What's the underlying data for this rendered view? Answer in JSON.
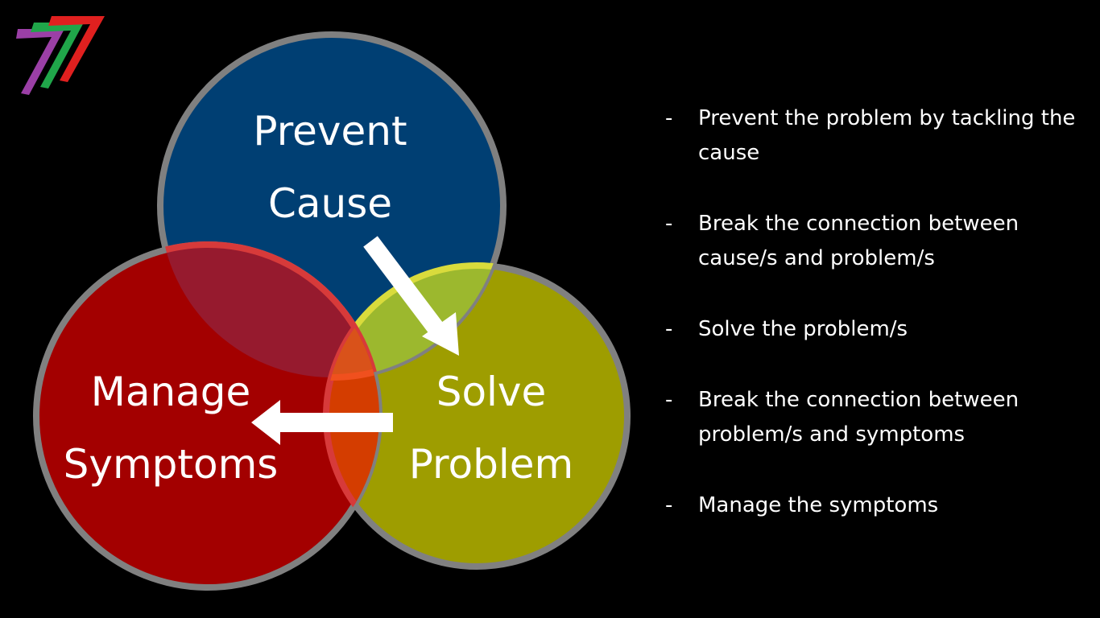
{
  "diagram": {
    "circles": [
      {
        "id": "prevent",
        "lines": [
          "Prevent",
          "Cause"
        ],
        "color": "#003F73"
      },
      {
        "id": "manage",
        "lines": [
          "Manage",
          "Symptoms"
        ],
        "color": "#A30000"
      },
      {
        "id": "solve",
        "lines": [
          "Solve",
          "Problem"
        ],
        "color": "#9E9D00"
      }
    ],
    "outline_color": "#808080"
  },
  "bullets": [
    {
      "dash": "-",
      "text": "Prevent the problem by tackling the cause"
    },
    {
      "dash": "-",
      "text": "Break the connection between cause/s and problem/s"
    },
    {
      "dash": "-",
      "text": "Solve the problem/s"
    },
    {
      "dash": "-",
      "text": "Break the connection between problem/s and symptoms"
    },
    {
      "dash": "-",
      "text": "Manage the symptoms"
    }
  ],
  "logo": {
    "colors": [
      "#9B3FA6",
      "#20A64A",
      "#E0201F"
    ]
  }
}
